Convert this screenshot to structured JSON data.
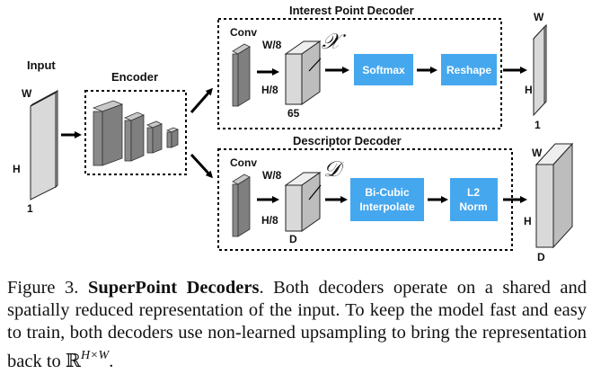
{
  "figure": {
    "input": {
      "title": "Input",
      "w": "W",
      "h": "H",
      "depth": "1"
    },
    "encoder": {
      "title": "Encoder"
    },
    "interest_decoder": {
      "title": "Interest Point Decoder",
      "conv": "Conv",
      "w8": "W/8",
      "h8": "H/8",
      "depth": "65",
      "symbol": "𝒳",
      "step1": "Softmax",
      "step2": "Reshape",
      "out_w": "W",
      "out_h": "H",
      "out_depth": "1"
    },
    "descriptor_decoder": {
      "title": "Descriptor Decoder",
      "conv": "Conv",
      "w8": "W/8",
      "h8": "H/8",
      "depth": "D",
      "symbol": "𝒟",
      "step1_line1": "Bi-Cubic",
      "step1_line2": "Interpolate",
      "step2_line1": "L2",
      "step2_line2": "Norm",
      "out_w": "W",
      "out_h": "H",
      "out_depth": "D"
    },
    "colors": {
      "button": "#45a7ee",
      "slab_dark": "#7f7f7f",
      "slab_light": "#e0e0e0"
    }
  },
  "caption": {
    "label": "Figure 3.",
    "title": "SuperPoint Decoders",
    "text": ".  Both decoders operate on a shared and spatially reduced representation of the input. To keep the model fast and easy to train, both decoders use non-learned upsampling to bring the representation back to ",
    "math_base": "ℝ",
    "math_sup": "H×W",
    "end": "."
  }
}
